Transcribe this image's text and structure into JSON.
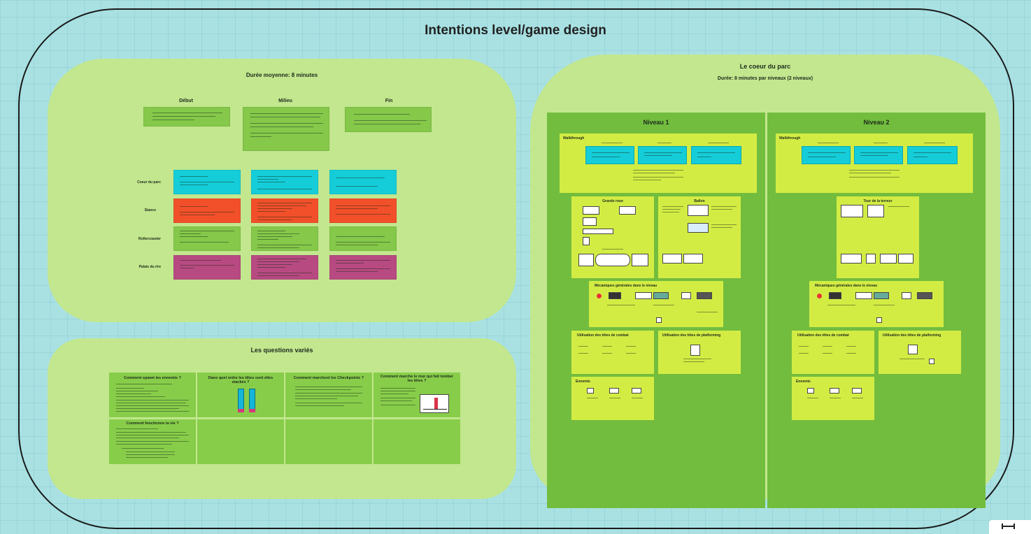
{
  "title": "Intentions level/game design",
  "left_panel": {
    "title": "Durée moyenne: 8 minutes",
    "columns": [
      "Début",
      "Milieu",
      "Fin"
    ],
    "rows": [
      "Coeur du parc",
      "Stance",
      "Rollercoaster",
      "Palais du rire"
    ]
  },
  "questions_panel": {
    "title": "Les questions variés",
    "cards": [
      "Comment spawn les ennemis ?",
      "Dans quel ordre les têtes sont elles stackés ?",
      "Comment marchent les Checkpoints ?",
      "Comment marche le mur qui fait tomber les têtes ?",
      "Comment fonctionne la vie ?"
    ]
  },
  "right_panel": {
    "title": "Le coeur du parc",
    "subtitle": "Durée: 8 minutes par niveaux (2 niveaux)",
    "levels": [
      {
        "title": "Niveau 1",
        "walkthrough": "Walkthrough",
        "sections": [
          "Grande roue",
          "Ballon",
          "Mécaniques générales dans le niveau",
          "Utilisation des têtes de combat",
          "Utilisation des têtes de platforming",
          "Ennemis"
        ]
      },
      {
        "title": "Niveau 2",
        "walkthrough": "Walkthrough",
        "sections": [
          "Tour de la terreur",
          "Mécaniques générales dans le niveau",
          "Utilisation des têtes de combat",
          "Utilisation des têtes de platforming",
          "Ennemis"
        ]
      }
    ]
  }
}
